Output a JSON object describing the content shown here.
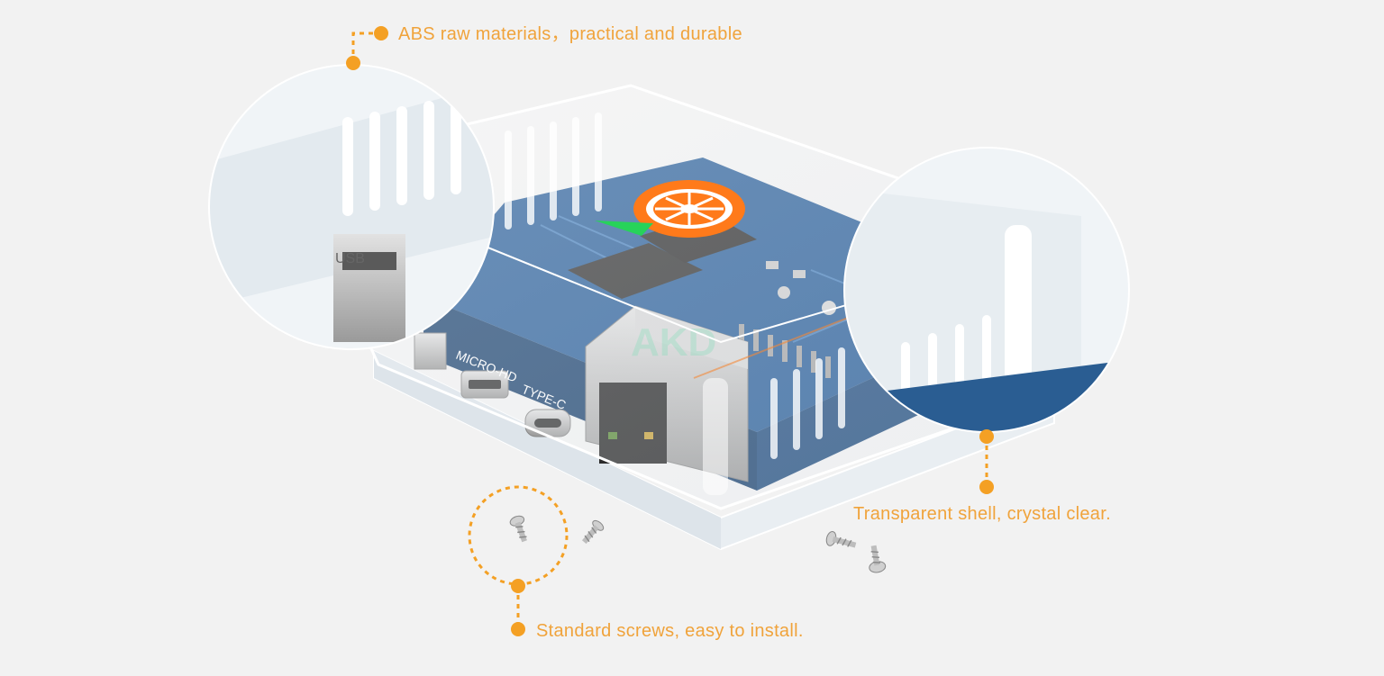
{
  "colors": {
    "background": "#f2f2f2",
    "accent": "#f4a024",
    "accent_text": "#f0a33b",
    "board": "#2a5d92",
    "board_dark": "#1d4470",
    "chip": "#3a3a3a",
    "metal": "#b9b9b9",
    "fan": "#ff7a1a",
    "acrylic": "#e6edf2"
  },
  "callouts": {
    "abs": "ABS raw materials，practical and durable",
    "transparent": "Transparent shell, crystal clear.",
    "screws": "Standard screws, easy to install."
  },
  "board_labels": {
    "usb": "USB",
    "micro_hd": "MICRO-HD",
    "type_c": "TYPE-C",
    "logo": "AKD"
  },
  "icons": {
    "callout_dot": "orange-dot-icon",
    "fan": "fan-logo-icon",
    "screw": "screw-icon"
  }
}
